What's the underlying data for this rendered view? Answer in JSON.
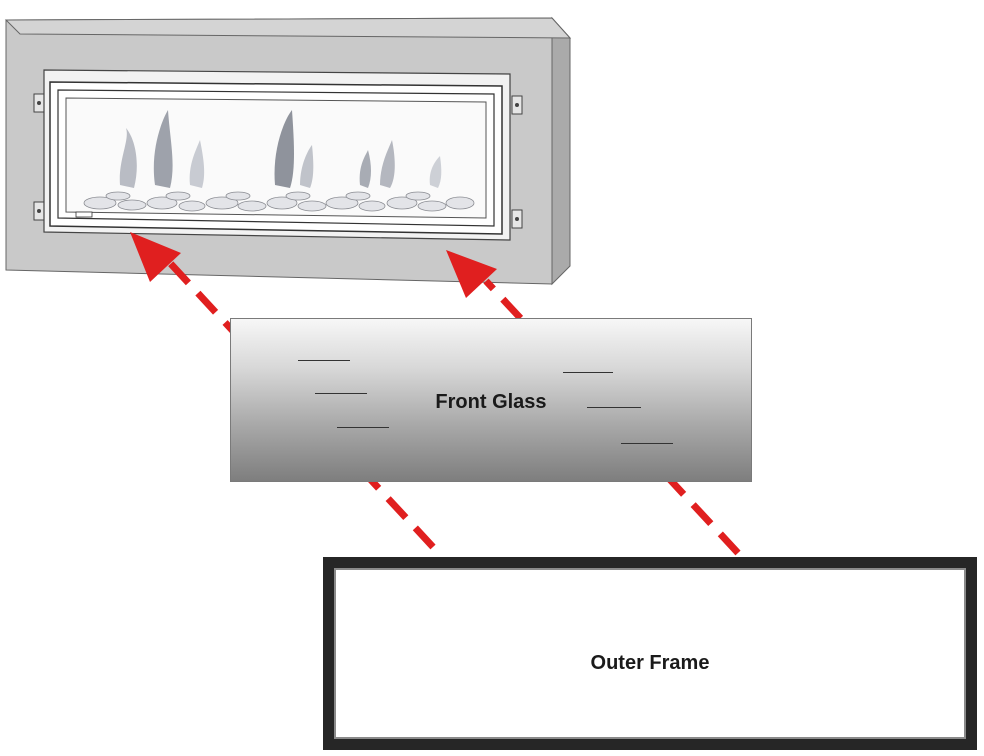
{
  "front_glass": {
    "label": "Front Glass"
  },
  "outer_frame": {
    "label": "Outer Frame"
  },
  "colors": {
    "arrow": "#e01f1f",
    "wall": "#c9c9c9",
    "frame_dark": "#262626"
  },
  "icons": {
    "arrow_style": "dashed-arrow"
  }
}
